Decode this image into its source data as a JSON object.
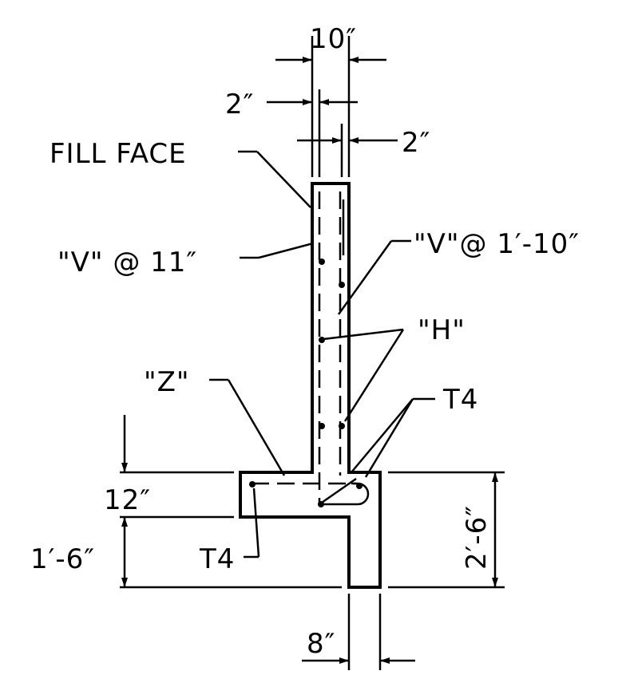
{
  "labels": {
    "dim_top_width": "10″",
    "dim_cover_left": "2″",
    "dim_cover_right": "2″",
    "fill_face": "FILL FACE",
    "bar_v_fill": "\"V\" @ 11″",
    "bar_v_front": "\"V\"@ 1′-10″",
    "bar_h": "\"H\"",
    "bar_z": "\"Z\"",
    "bar_t4_right": "T4",
    "bar_t4_left": "T4",
    "dim_footing_upper": "12″",
    "dim_footing_lower": "1′-6″",
    "dim_total_height": "2′-6″",
    "dim_key_width": "8″"
  },
  "colors": {
    "line": "#000000",
    "background": "#ffffff"
  }
}
